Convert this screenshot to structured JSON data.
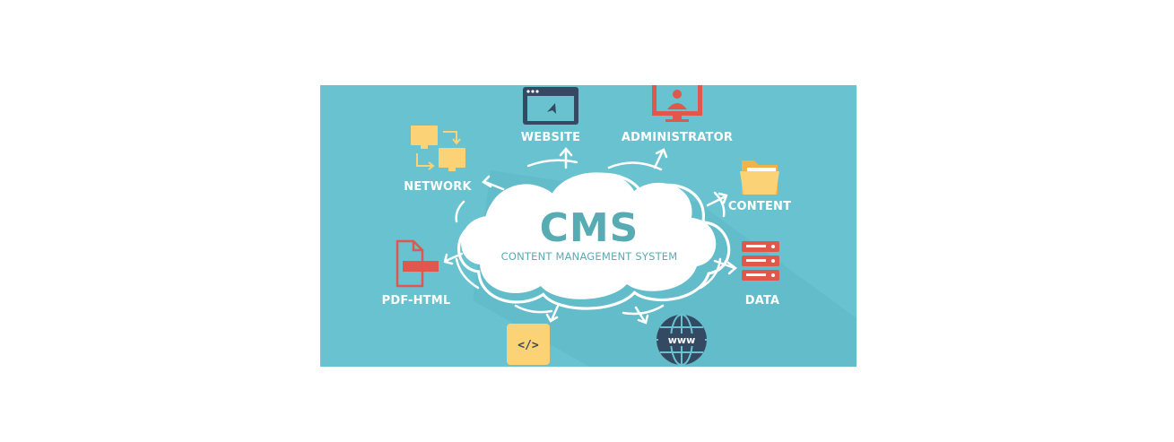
{
  "center": {
    "title": "CMS",
    "subtitle": "CONTENT MANAGEMENT SYSTEM"
  },
  "nodes": {
    "website": "WEBSITE",
    "administrator": "ADMINISTRATOR",
    "network": "NETWORK",
    "content": "CONTENT",
    "pdf_html": "PDF-HTML",
    "data": "DATA"
  },
  "icons": {
    "code": "</>",
    "www": "www"
  },
  "colors": {
    "background": "#68c2cf",
    "navy": "#344a63",
    "red": "#e0574c",
    "yellow": "#fbd276",
    "cloud": "#ffffff",
    "text_teal": "#57acb4"
  }
}
